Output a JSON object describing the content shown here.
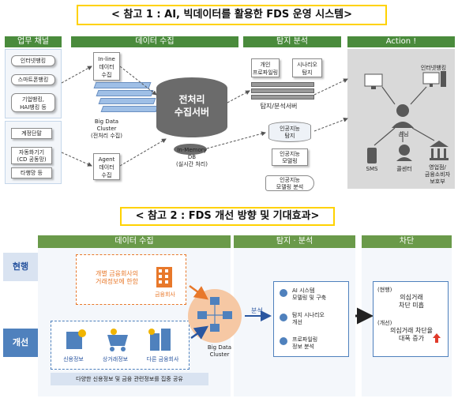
{
  "top": {
    "title": "< 참고 1 : AI, 빅데이터를 활용한 FDS 운영 시스템>",
    "headers": {
      "channels": "업무 채널",
      "collection": "데이터 수집",
      "detection": "탐지 분석",
      "action": "Action !"
    },
    "channels_a": [
      "인터넷뱅킹",
      "스마트폰뱅킹",
      "기업뱅킹,\nHAI뱅킹 등"
    ],
    "channels_b": [
      "계정단말",
      "자동화기기\n(CD 공동망)",
      "타행망 등"
    ],
    "collection": {
      "inline": "In-line\n데이터\n수집",
      "agent": "Agent\n데이터\n수집",
      "server": "전처리\n수집서버",
      "bigdata": "Big Data\nCluster\n(전처리 수집)",
      "inmemory": "In-Memory\nDB\n(실시간 처리)"
    },
    "detection": {
      "personal": "개인\n프로파일링",
      "scenario": "시나리오\n탐지",
      "server": "탐지/분석서버",
      "ai_detect": "인공지능\n탐지",
      "ai_model": "인공지능\n모델링",
      "ai_analysis": "인공지능\n모델링 분석"
    },
    "action": {
      "internet": "인터넷뱅킹",
      "customer": "손님",
      "sms": "SMS",
      "callcenter": "콜센터",
      "branch": "영업점/\n금융소비자\n보호부"
    }
  },
  "bottom": {
    "title": "< 참고 2 : FDS 개선 방향 및 기대효과>",
    "headers": {
      "collection": "데이터 수집",
      "detection": "탐지 · 분석",
      "block": "차단"
    },
    "rows": {
      "current": "현행",
      "improve": "개선"
    },
    "current_box": {
      "text": "개별 금융회사의\n거래정보에 한함",
      "icon_label": "금융회사"
    },
    "improve_box": {
      "items": [
        "신용정보",
        "상거래정보",
        "다른 금융회사"
      ],
      "footer": "다양한 신용정보 및 금융 관련정보를 집중 공유"
    },
    "bigdata": "Big Data\nCluster",
    "analysis_label": "분석",
    "detection_items": [
      "AI 시스템\n모델링 및 구축",
      "탐지 시나리오\n개선",
      "프로파일링\n정보 분석"
    ],
    "block_box": {
      "current_label": "(현행)",
      "current_text": "의심거래\n차단 미흡",
      "improve_label": "(개선)",
      "improve_text": "의심거래 차단율\n대폭 증가"
    }
  },
  "colors": {
    "top_header": "#4a8b3c",
    "bottom_header": "#6a9a4a",
    "accent_orange": "#e8782a",
    "row_blue": "#4f81bd",
    "arrow_red": "#e03a2a"
  }
}
